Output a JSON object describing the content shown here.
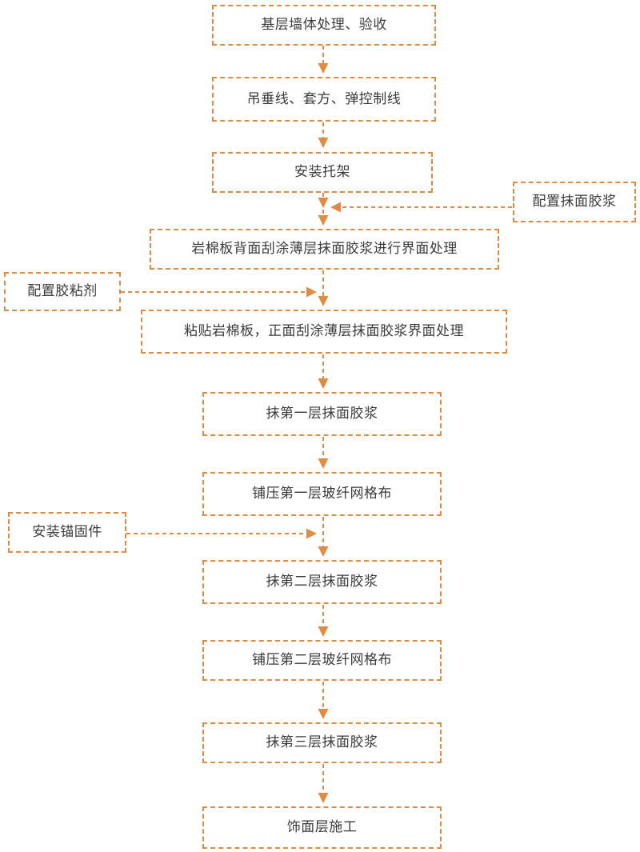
{
  "diagram": {
    "type": "flowchart",
    "accent_color": "#DE8B43",
    "text_color": "#3b3b3b",
    "background_color": "#ffffff",
    "main_nodes": [
      {
        "label": "基层墙体处理、验收"
      },
      {
        "label": "吊垂线、套方、弹控制线"
      },
      {
        "label": "安装托架"
      },
      {
        "label": "岩棉板背面刮涂薄层抹面胶浆进行界面处理"
      },
      {
        "label": "粘贴岩棉板，正面刮涂薄层抹面胶浆界面处理"
      },
      {
        "label": "抹第一层抹面胶浆"
      },
      {
        "label": "铺压第一层玻纤网格布"
      },
      {
        "label": "抹第二层抹面胶浆"
      },
      {
        "label": "铺压第二层玻纤网格布"
      },
      {
        "label": "抹第三层抹面胶浆"
      },
      {
        "label": "饰面层施工"
      }
    ],
    "side_nodes": [
      {
        "label": "配置抹面胶浆",
        "side": "right",
        "joins_main_flow_before_index": 3
      },
      {
        "label": "配置胶粘剂",
        "side": "left",
        "joins_main_flow_before_index": 4
      },
      {
        "label": "安装锚固件",
        "side": "left",
        "joins_main_flow_before_index": 7
      }
    ],
    "main_flow": "sequential top-to-bottom with dashed arrows between consecutive main nodes"
  }
}
